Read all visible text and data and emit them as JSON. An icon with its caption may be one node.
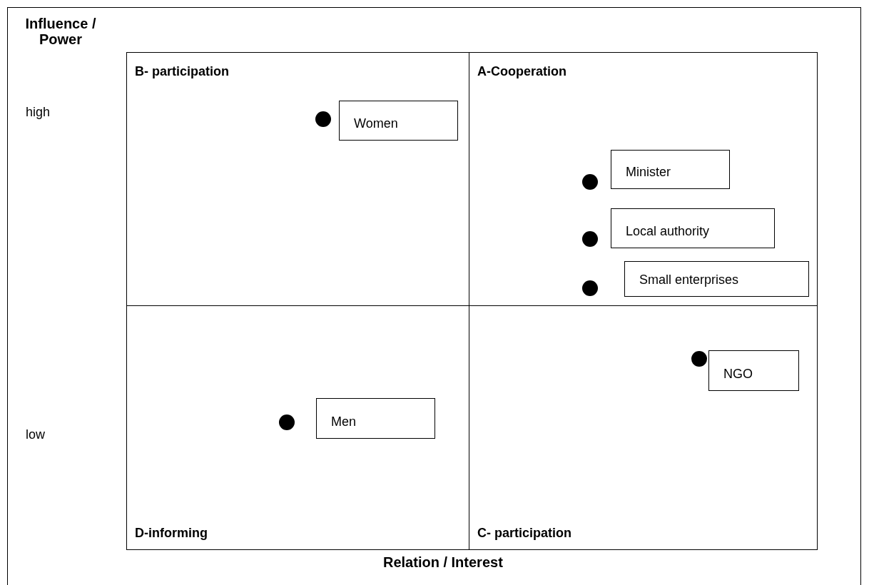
{
  "diagram": {
    "nodes": [
      {
        "text": [
          "B- participation"
        ]
      },
      {
        "text": [
          "A-Cooperation"
        ]
      },
      {
        "text": [],
        "shape": "circle",
        "in": 0
      },
      {
        "text": [
          "Women"
        ],
        "in": 0
      },
      {
        "text": [],
        "shape": "circle",
        "in": 1
      },
      {
        "text": [
          "Minister"
        ],
        "in": 1
      },
      {
        "text": [],
        "shape": "circle",
        "in": 1
      },
      {
        "text": [
          "Local authority"
        ],
        "in": 1
      },
      {
        "text": [],
        "shape": "circle",
        "in": 1
      },
      {
        "text": [
          "Small enterprises"
        ],
        "in": 1
      },
      {
        "text": [
          "D-informing"
        ]
      },
      {
        "text": [
          "C- participation"
        ]
      },
      {
        "text": [],
        "shape": "circle",
        "in": 11
      },
      {
        "text": [
          "NGO"
        ],
        "in": 11
      },
      {
        "text": [],
        "shape": "circle",
        "in": 10
      },
      {
        "text": [
          "Men"
        ],
        "in": 10
      }
    ],
    "labels": [
      "Influence / Power",
      "high",
      "low",
      "Relation / Interest"
    ]
  }
}
